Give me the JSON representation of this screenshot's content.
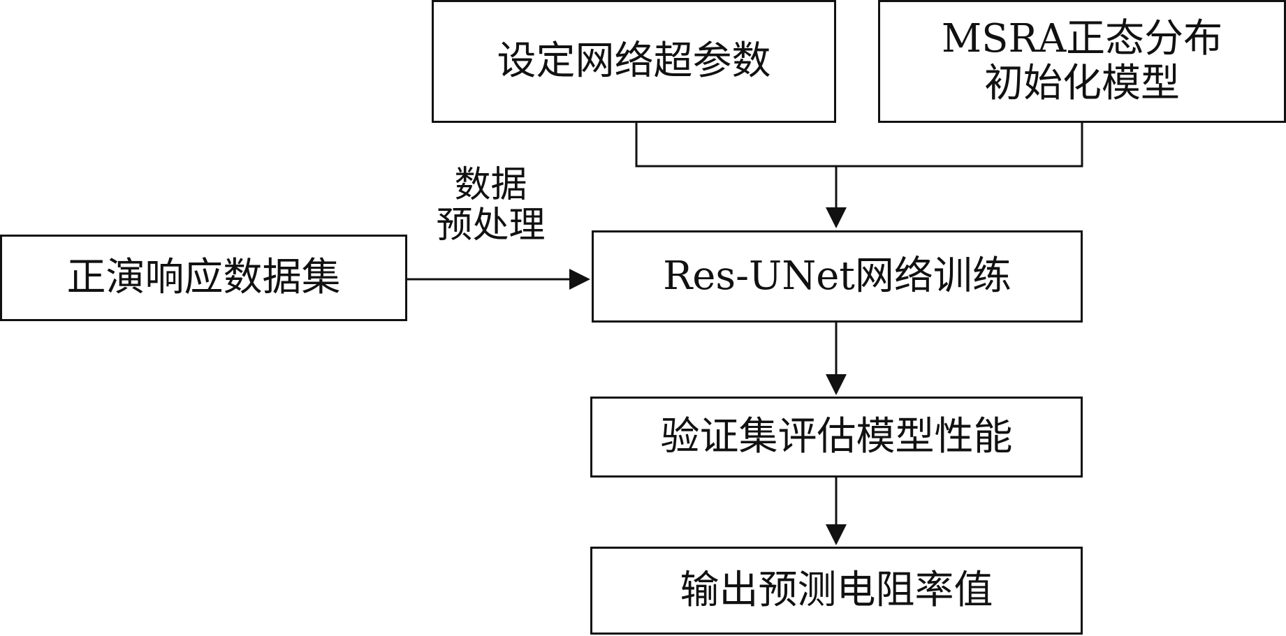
{
  "diagram": {
    "nodes": {
      "hyperparams": {
        "label": "设定网络超参数"
      },
      "msra_init": {
        "line1": "MSRA正态分布",
        "line2": "初始化模型"
      },
      "dataset": {
        "label": "正演响应数据集"
      },
      "training": {
        "label": "Res-UNet网络训练"
      },
      "validation": {
        "label": "验证集评估模型性能"
      },
      "output": {
        "label": "输出预测电阻率值"
      }
    },
    "edge_labels": {
      "preprocess": {
        "line1": "数据",
        "line2": "预处理"
      }
    },
    "colors": {
      "stroke": "#111111",
      "background": "#ffffff"
    }
  }
}
